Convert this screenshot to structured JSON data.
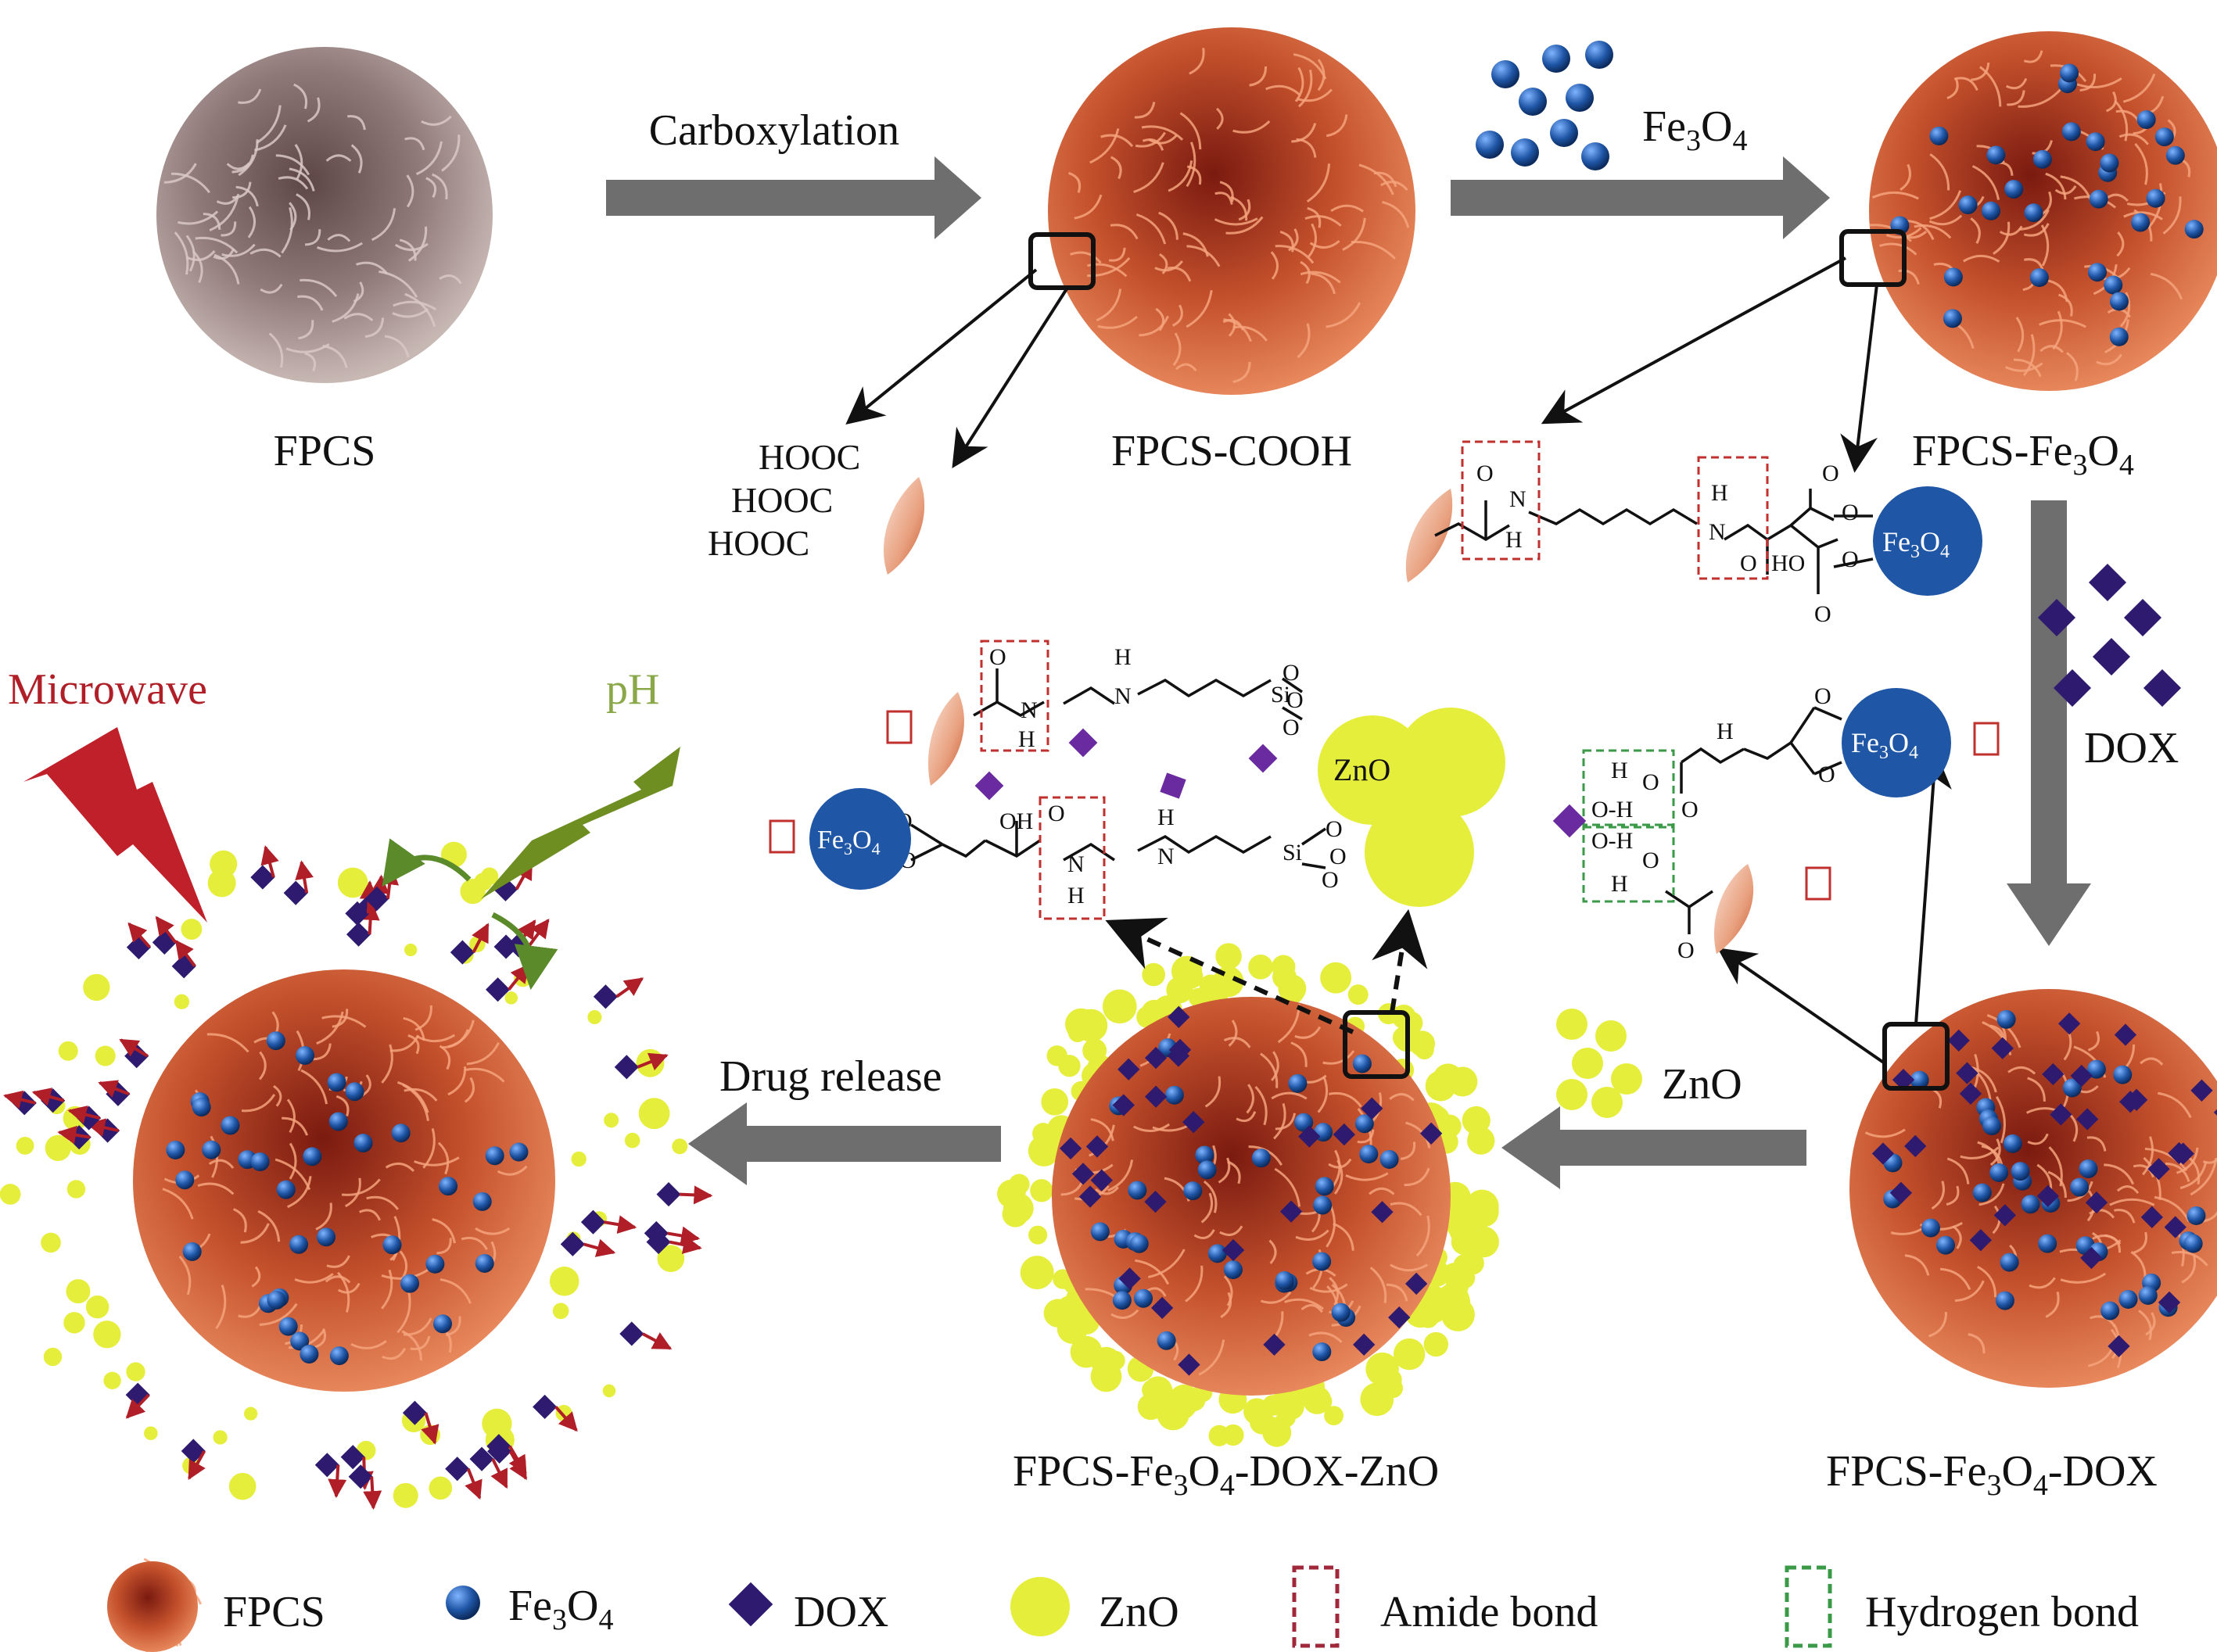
{
  "labels": {
    "fpcs": "FPCS",
    "carboxylation": "Carboxylation",
    "fpcs_cooh": "FPCS-COOH",
    "fe3o4_reagent_main": "Fe",
    "fe3o4_reagent_sub1": "3",
    "fe3o4_reagent_mid": "O",
    "fe3o4_reagent_sub2": "4",
    "fpcs_fe3o4_main": "FPCS-Fe",
    "fpcs_fe3o4_sub1": "3",
    "fpcs_fe3o4_mid": "O",
    "fpcs_fe3o4_sub2": "4",
    "dox": "DOX",
    "zno": "ZnO",
    "drug_release": "Drug release",
    "microwave": "Microwave",
    "ph": "pH",
    "fpcs_fe3o4_dox_a": "FPCS-Fe",
    "fpcs_fe3o4_dox_sub1": "3",
    "fpcs_fe3o4_dox_b": "O",
    "fpcs_fe3o4_dox_sub2": "4",
    "fpcs_fe3o4_dox_c": "-DOX",
    "fpcs_fe3o4_dox_zno_a": "FPCS-Fe",
    "fpcs_fe3o4_dox_zno_sub1": "3",
    "fpcs_fe3o4_dox_zno_b": "O",
    "fpcs_fe3o4_dox_zno_sub2": "4",
    "fpcs_fe3o4_dox_zno_c": "-DOX-ZnO"
  },
  "chem": {
    "hooc_1": "HOOC",
    "hooc_2": "HOOC",
    "hooc_3": "HOOC",
    "fe3o4_ball": "Fe",
    "fe3o4_ball_sub1": "3",
    "fe3o4_ball_mid": "O",
    "fe3o4_ball_sub2": "4",
    "zno_ball": "ZnO",
    "atom_n": "N",
    "atom_h": "H",
    "atom_o": "O",
    "atom_oh": "OH",
    "atom_ho": "HO",
    "atom_si": "Si",
    "atom_oh_h": "O-H",
    "atom_h_o": "H",
    "atom_oh_short": "OH",
    "atom_hoh": "OH"
  },
  "legend": {
    "fpcs": "FPCS",
    "fe3o4_a": "Fe",
    "fe3o4_sub1": "3",
    "fe3o4_b": "O",
    "fe3o4_sub2": "4",
    "dox": "DOX",
    "zno": "ZnO",
    "amide": "Amide bond",
    "hydrogen": "Hydrogen bond"
  },
  "colors": {
    "arrow_gray": "#6e6e6e",
    "fpcs_brown": "#c4512c",
    "fpcs_raw": "#8e7878",
    "fe3o4_blue": "#1f56a6",
    "dox_purple": "#2e1a6e",
    "zno_yellow": "#e6ee3c",
    "amide_red": "#c0302f",
    "hbond_green": "#3a9a48",
    "microwave_red": "#c0202a",
    "ph_green": "#6e8e22"
  }
}
